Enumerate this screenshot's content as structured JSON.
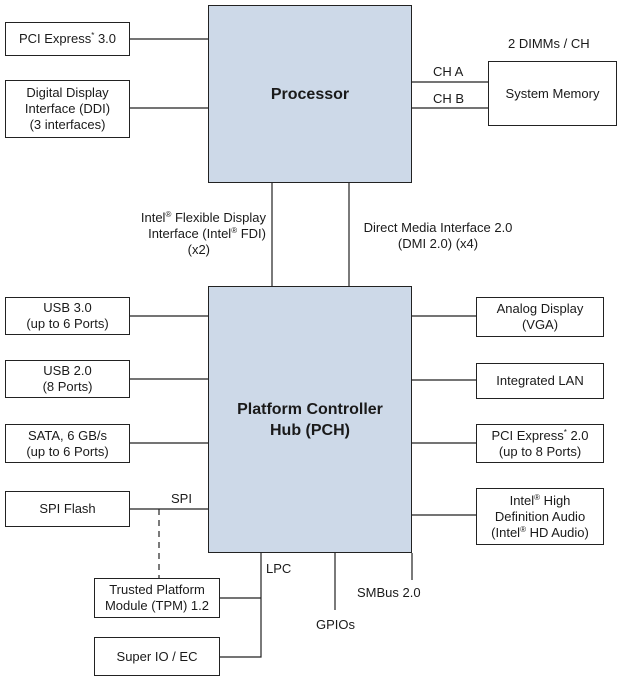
{
  "processor": "Processor",
  "pch": {
    "line1": "Platform Controller",
    "line2": "Hub (PCH)"
  },
  "cpu_left": {
    "pcie3": {
      "text": "PCI Express",
      "sup": "*",
      "tail": " 3.0"
    },
    "ddi": {
      "line1": "Digital Display",
      "line2": "Interface (DDI)",
      "line3": "(3 interfaces)"
    }
  },
  "memory": {
    "label": "System Memory",
    "dimms": "2 DIMMs / CH",
    "ch_a": "CH A",
    "ch_b": "CH B"
  },
  "fdi": {
    "line1_pre": "Intel",
    "reg": "®",
    "line1_post": " Flexible Display",
    "line2_pre": "Interface (Intel",
    "line2_post": " FDI)",
    "line3": "(x2)"
  },
  "dmi": {
    "line1": "Direct Media Interface 2.0",
    "line2": "(DMI 2.0)  (x4)"
  },
  "pch_left": {
    "usb3": {
      "line1": "USB 3.0",
      "line2": "(up to 6 Ports)"
    },
    "usb2": {
      "line1": "USB 2.0",
      "line2": "(8 Ports)"
    },
    "sata": {
      "line1": "SATA, 6 GB/s",
      "line2": "(up to 6 Ports)"
    },
    "spi_flash": "SPI Flash",
    "spi": "SPI"
  },
  "pch_right": {
    "vga": {
      "line1": "Analog Display",
      "line2": "(VGA)"
    },
    "lan": "Integrated LAN",
    "pcie2": {
      "text": "PCI Express",
      "sup": "*",
      "tail": " 2.0",
      "line2": "(up to 8 Ports)"
    },
    "hda": {
      "line1_pre": "Intel",
      "line1_post": " High",
      "line2": "Definition Audio",
      "line3_pre": "(Intel",
      "line3_post": " HD Audio)"
    }
  },
  "bottom": {
    "tpm": {
      "line1": "Trusted Platform",
      "line2": "Module (TPM) 1.2"
    },
    "superio": "Super IO / EC",
    "lpc": "LPC",
    "gpios": "GPIOs",
    "smbus": "SMBus 2.0"
  }
}
